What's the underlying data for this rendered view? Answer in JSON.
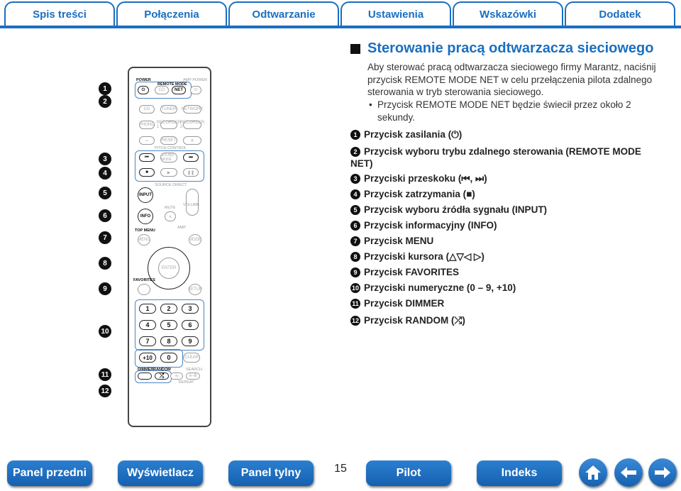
{
  "tabs": [
    {
      "label": "Spis treści"
    },
    {
      "label": "Połączenia"
    },
    {
      "label": "Odtwarzanie"
    },
    {
      "label": "Ustawienia"
    },
    {
      "label": "Wskazówki"
    },
    {
      "label": "Dodatek"
    }
  ],
  "section": {
    "title": "Sterowanie pracą odtwarzacza sieciowego",
    "intro": "Aby sterować pracą odtwarzacza sieciowego firmy Marantz, naciśnij przycisk REMOTE MODE NET w celu przełączenia pilota zdalnego sterowania w tryb sterowania sieciowego.",
    "bullet": "Przycisk REMOTE MODE NET będzie świecił przez około 2 sekundy."
  },
  "items": [
    {
      "num": "1",
      "text": "Przycisk zasilania (⏻)"
    },
    {
      "num": "2",
      "text": "Przycisk wyboru trybu zdalnego sterowania (REMOTE MODE NET)"
    },
    {
      "num": "3",
      "text": "Przyciski przeskoku (⏮, ⏭)"
    },
    {
      "num": "4",
      "text": "Przycisk zatrzymania (■)"
    },
    {
      "num": "5",
      "text": "Przycisk wyboru źródła sygnału (INPUT)"
    },
    {
      "num": "6",
      "text": "Przycisk informacyjny (INFO)"
    },
    {
      "num": "7",
      "text": "Przycisk MENU"
    },
    {
      "num": "8",
      "text": "Przyciski kursora (△▽◁ ▷)"
    },
    {
      "num": "9",
      "text": "Przycisk FAVORITES"
    },
    {
      "num": "10",
      "text": "Przyciski numeryczne (0 – 9, +10)"
    },
    {
      "num": "11",
      "text": "Przycisk DIMMER"
    },
    {
      "num": "12",
      "text": "Przycisk RANDOM (⤮)"
    }
  ],
  "remote": {
    "power": "POWER",
    "remote_mode": "REMOTE MODE",
    "amp_power": "AMP POWER",
    "cd": "CD",
    "net": "NET",
    "tuner": "TUNER",
    "network": "NETWORK",
    "phono": "PHONO",
    "recorder1": "RECORDER 1",
    "recorder2": "RECORDER 2",
    "reset": "RESET",
    "pitch_control": "PITCH CONTROL",
    "minus": "−",
    "plus": "+",
    "prev": "⏮",
    "sound_mode": "SOUND MODE",
    "next": "⏭",
    "stop": "■",
    "play": "▶",
    "pause": "❚❚",
    "source_direct": "SOURCE DIRECT",
    "input": "INPUT",
    "info": "INFO",
    "mute": "MUTE",
    "volume": "VOLUME",
    "top_menu": "TOP MENU",
    "amp": "AMP",
    "menu": "MENU",
    "mode": "MODE",
    "enter": "ENTER",
    "favorites": "FAVORITES",
    "setup": "SETUP",
    "n1": "1",
    "n2": "2",
    "n3": "3",
    "n4": "4",
    "n5": "5",
    "n6": "6",
    "n7": "7",
    "n8": "8",
    "n9": "9",
    "n10": "+10",
    "n0": "0",
    "clear": "CLEAR",
    "dimmer": "DIMMER",
    "random": "RANDOM",
    "search": "SEARCH",
    "ab": "A–B",
    "repeat": "REPEAT"
  },
  "callouts": [
    "1",
    "2",
    "3",
    "4",
    "5",
    "6",
    "7",
    "8",
    "9",
    "10",
    "11",
    "12"
  ],
  "footer": {
    "panel_front": "Panel przedni",
    "display": "Wyświetlacz",
    "panel_back": "Panel tylny",
    "page": "15",
    "remote": "Pilot",
    "index": "Indeks"
  },
  "colors": {
    "accent": "#1a6fc0",
    "button": "#1660b0"
  }
}
